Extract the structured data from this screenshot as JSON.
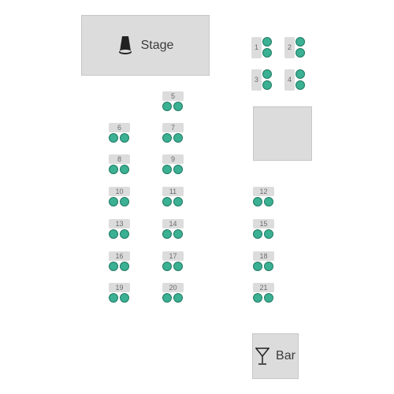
{
  "stage": {
    "label": "Stage",
    "icon": "stage-icon"
  },
  "bar": {
    "label": "Bar",
    "icon": "cocktail-icon"
  },
  "colors": {
    "seat": "#3bb093",
    "seat_border": "#1f7a62",
    "furniture": "#dcdcdc"
  },
  "tables": [
    {
      "number": "1"
    },
    {
      "number": "2"
    },
    {
      "number": "3"
    },
    {
      "number": "4"
    },
    {
      "number": "5"
    },
    {
      "number": "6"
    },
    {
      "number": "7"
    },
    {
      "number": "8"
    },
    {
      "number": "9"
    },
    {
      "number": "10"
    },
    {
      "number": "11"
    },
    {
      "number": "12"
    },
    {
      "number": "13"
    },
    {
      "number": "14"
    },
    {
      "number": "15"
    },
    {
      "number": "16"
    },
    {
      "number": "17"
    },
    {
      "number": "18"
    },
    {
      "number": "19"
    },
    {
      "number": "20"
    },
    {
      "number": "21"
    }
  ]
}
